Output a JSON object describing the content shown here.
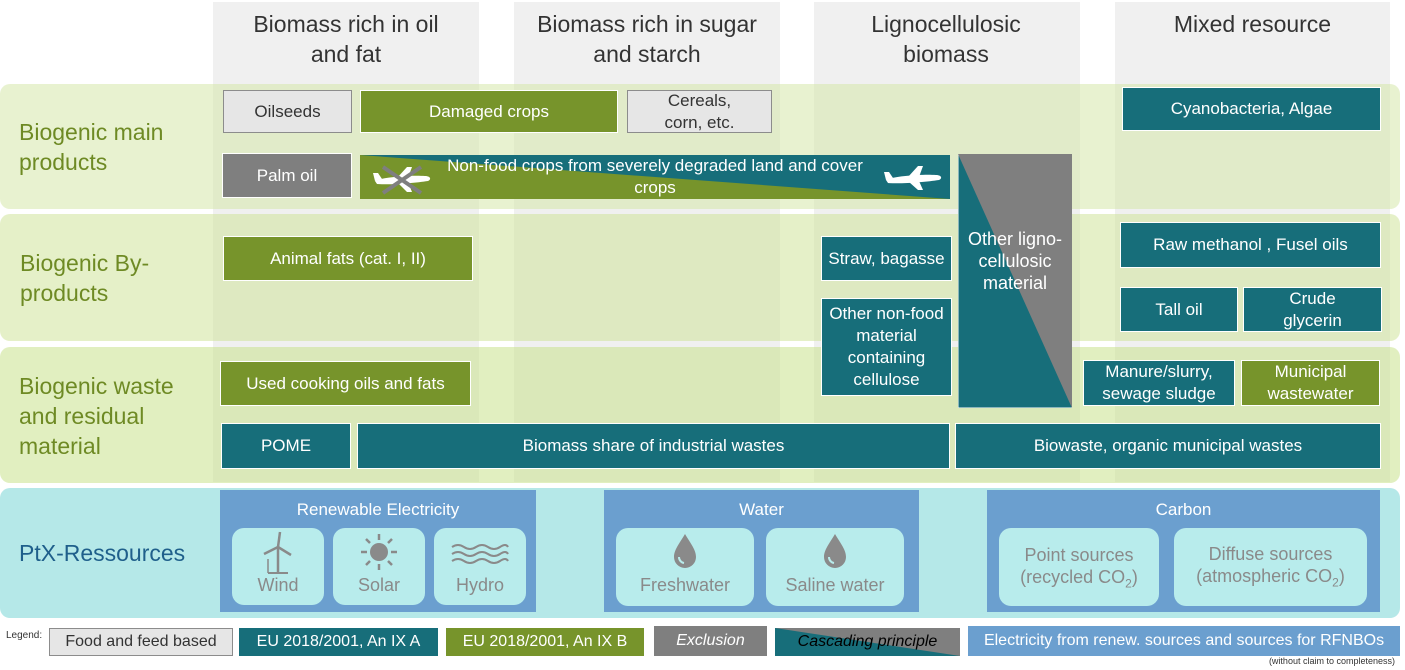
{
  "columns": [
    {
      "title": "Biomass rich in oil and fat"
    },
    {
      "title": "Biomass rich in sugar and starch"
    },
    {
      "title": "Lignocellulosic biomass"
    },
    {
      "title": "Mixed resource"
    }
  ],
  "rows": {
    "main_products": "Biogenic main products",
    "by_products": "Biogenic By-products",
    "waste": "Biogenic waste and residual material",
    "ptx": "PtX-Ressources"
  },
  "boxes": {
    "oilseeds": "Oilseeds",
    "damaged_crops": "Damaged crops",
    "cereals": "Cereals, corn, etc.",
    "cyanobacteria": "Cyanobacteria, Algae",
    "palm_oil": "Palm oil",
    "non_food_crops": "Non-food crops from severely degraded land and cover crops",
    "other_ligno": "Other ligno-cellulosic material",
    "animal_fats": "Animal fats (cat. I, II)",
    "straw": "Straw, bagasse",
    "raw_methanol": "Raw methanol , Fusel oils",
    "other_nonfood": "Other non-food material containing cellulose",
    "tall_oil": "Tall oil",
    "crude_glycerin": "Crude glycerin",
    "used_cooking": "Used cooking oils and fats",
    "manure": "Manure/slurry, sewage sludge",
    "municipal_ww": "Municipal wastewater",
    "pome": "POME",
    "industrial_wastes": "Biomass share of industrial wastes",
    "biowaste": "Biowaste, organic municipal wastes"
  },
  "ptx": {
    "electricity": {
      "title": "Renewable Electricity",
      "items": [
        "Wind",
        "Solar",
        "Hydro"
      ]
    },
    "water": {
      "title": "Water",
      "items": [
        "Freshwater",
        "Saline water"
      ]
    },
    "carbon": {
      "title": "Carbon",
      "point": {
        "line1": "Point sources",
        "line2_pre": "(recycled CO",
        "sub": "2",
        "line2_post": ")"
      },
      "diffuse": {
        "line1": "Diffuse sources",
        "line2_pre": "(atmospheric CO",
        "sub": "2",
        "line2_post": ")"
      }
    }
  },
  "legend": {
    "label": "Legend:",
    "items": [
      "Food and feed based",
      "EU 2018/2001, An IX A",
      "EU 2018/2001, An IX B",
      "Exclusion",
      "Cascading principle",
      "Electricity from renew. sources and sources for RFNBOs"
    ],
    "note": "(without claim to completeness)"
  },
  "icons": [
    "crossed-airplane-icon",
    "airplane-icon",
    "wind-turbine-icon",
    "sun-icon",
    "waves-icon",
    "water-drop-icon"
  ],
  "colors": {
    "teal": "#176e7a",
    "green": "#77942b",
    "grey": "#7f7f7f",
    "food": "#e6e6e6",
    "ptx_panel": "#6b9fcf",
    "ptx_tile": "#b8ecec",
    "ptx_band": "#b5e8e8",
    "band_main": "#e8f0d6",
    "band_by": "#e6efcf",
    "band_waste": "#e2efc5",
    "row_green": "#6e8a24",
    "row_blue": "#1f5f8b"
  }
}
